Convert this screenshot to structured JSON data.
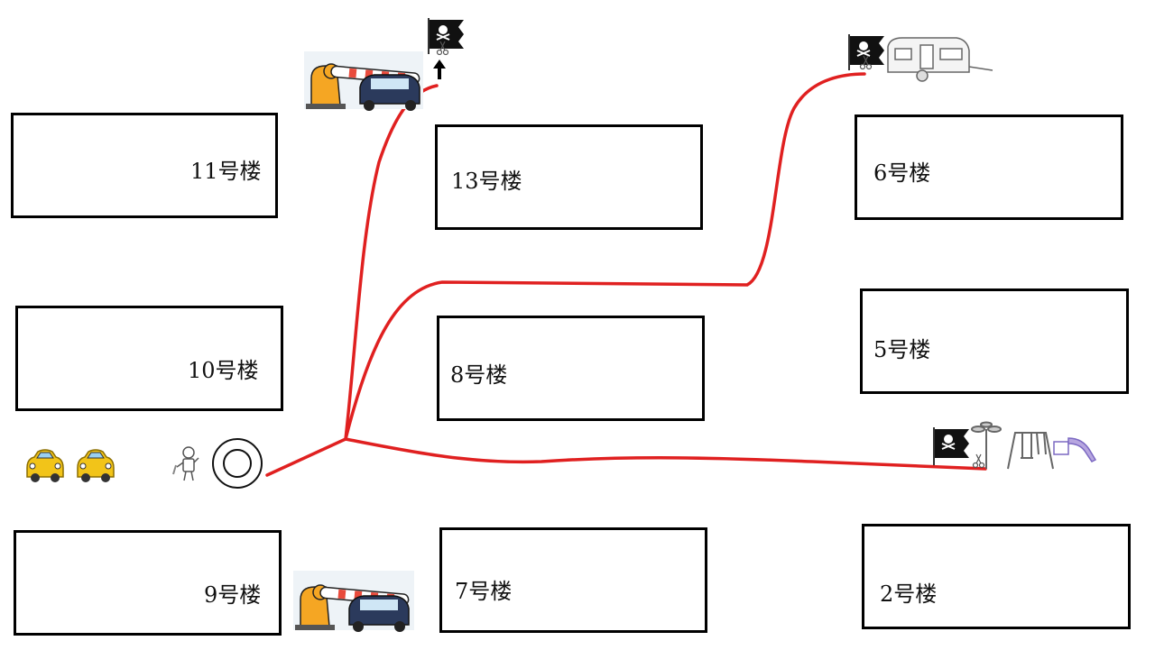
{
  "buildings": [
    {
      "id": "b11",
      "label": "11号楼"
    },
    {
      "id": "b13",
      "label": "13号楼"
    },
    {
      "id": "b6",
      "label": "6号楼"
    },
    {
      "id": "b10",
      "label": "10号楼"
    },
    {
      "id": "b8",
      "label": "8号楼"
    },
    {
      "id": "b5",
      "label": "5号楼"
    },
    {
      "id": "b9",
      "label": "9号楼"
    },
    {
      "id": "b7",
      "label": "7号楼"
    },
    {
      "id": "b2",
      "label": "2号楼"
    }
  ],
  "route_color": "#e02020",
  "icons": [
    "car-icon",
    "car-icon",
    "person-with-knife-icon",
    "manhole-icon",
    "barrier-gate-icon",
    "pirate-flag-icon",
    "caravan-icon",
    "street-lamp-icon",
    "swing-icon",
    "slide-icon",
    "scissors-icon",
    "arrow-up-icon"
  ]
}
